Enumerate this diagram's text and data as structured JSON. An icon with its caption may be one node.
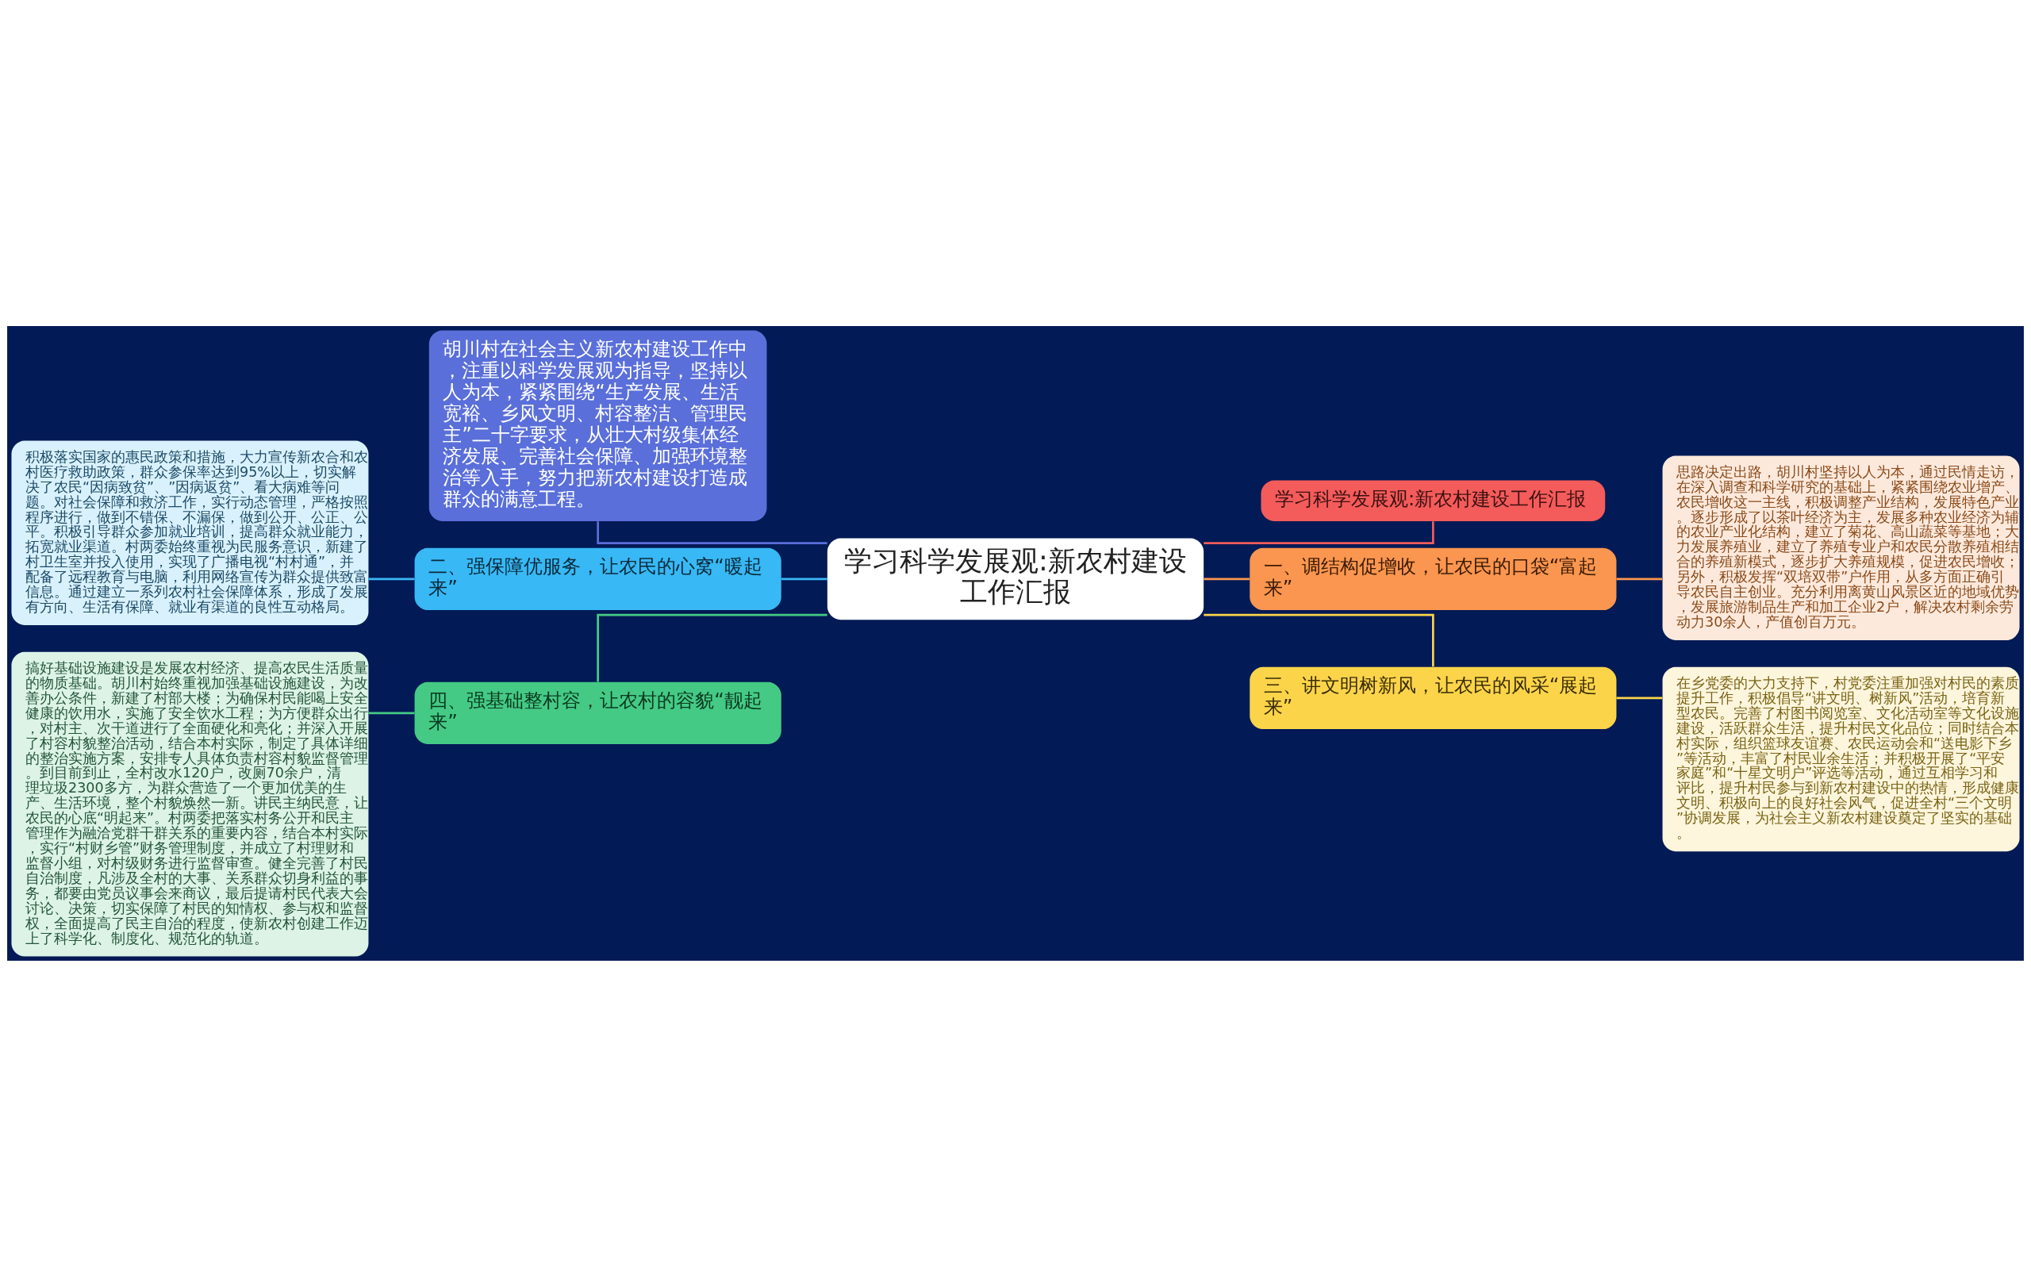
{
  "diagram": {
    "nodes": [
      {
        "text": [
          "学习科学发展观:新农村建设工作汇报"
        ]
      },
      {
        "text": [
          "学习科学发展观:新农村建设工作汇报"
        ]
      },
      {
        "text": [
          "一、调结构促增收，让农民的口袋“富起来”"
        ]
      },
      {
        "text": [
          "思路决定出路，胡川村坚持以人为本，通过民情走访，在深入调查和科学研究的基础上，紧紧围绕农业增产、农民增收这一主线，积极调整产业结构，发展特色产业。逐步形成了以茶叶经济为主，发展多种农业经济为辅的农业产业化结构，建立了菊花、高山蔬菜等基地；大力发展养殖业，建立了养殖专业户和农民分散养殖相结合的养殖新模式，逐步扩大养殖规模，促进农民增收；另外，积极发挥“双培双带”户作用，从多方面正确引导农民自主创业。充分利用离黄山风景区近的地域优势，发展旅游制品生产和加工企业2户，解决农村剩余劳动力30余人，产值创百万元。"
        ]
      },
      {
        "text": [
          "三、讲文明树新风，让农民的风采“展起来”"
        ]
      },
      {
        "text": [
          "在乡党委的大力支持下，村党委注重加强对村民的素质提升工作，积极倡导“讲文明、树新风”活动，培育新型农民。完善了村图书阅览室、文化活动室等文化设施建设，活跃群众生活，提升村民文化品位；同时结合本村实际，组织篮球友谊赛、农民运动会和“送电影下乡”等活动，丰富了村民业余生活；并积极开展了“平安家庭”和“十星文明户”评选等活动，通过互相学习和评比，提升村民参与到新农村建设中的热情，形成健康文明、积极向上的良好社会风气，促进全村“三个文明”协调发展，为社会主义新农村建设奠定了坚实的基础。"
        ]
      },
      {
        "text": [
          "胡川村在社会主义新农村建设工作中，注重以科学发展观为指导，坚持以人为本，紧紧围绕“生产发展、生活宽裕、乡风文明、村容整洁、管理民主”二十字要求，从壮大村级集体经济发展、完善社会保障、加强环境整治等入手，努力把新农村建设打造成群众的满意工程。"
        ]
      },
      {
        "text": [
          "二、强保障优服务，让农民的心窝“暖起来”"
        ]
      },
      {
        "text": [
          "积极落实国家的惠民政策和措施，大力宣传新农合和农村医疗救助政策，群众参保率达到95%以上，切实解决了农民“因病致贫”、”因病返贫”、看大病难等问题。对社会保障和救济工作，实行动态管理，严格按照程序进行，做到不错保、不漏保，做到公开、公正、公平。积极引导群众参加就业培训，提高群众就业能力，拓宽就业渠道。村两委始终重视为民服务意识，新建了村卫生室并投入使用，实现了广播电视“村村通”，并配备了远程教育与电脑，利用网络宣传为群众提供致富信息。通过建立一系列农村社会保障体系，形成了发展有方向、生活有保障、就业有渠道的良性互动格局。"
        ]
      },
      {
        "text": [
          "四、强基础整村容，让农村的容貌“靓起来”"
        ]
      },
      {
        "text": [
          "搞好基础设施建设是发展农村经济、提高农民生活质量的物质基础。胡川村始终重视加强基础设施建设，为改善办公条件，新建了村部大楼；为确保村民能喝上安全健康的饮用水，实施了安全饮水工程；为方便群众出行，对村主、次干道进行了全面硬化和亮化；并深入开展了村容村貌整治活动，结合本村实际，制定了具体详细的整治实施方案，安排专人具体负责村容村貌监督管理。到目前到止，全村改水120户，改厕70余户，清理垃圾2300多方，为群众营造了一个更加优美的生产、生活环境，整个村貌焕然一新。讲民主纳民意，让农民的心底“明起来”。村两委把落实村务公开和民主管理作为融洽党群干群关系的重要内容，结合本村实际，实行“村财乡管”财务管理制度，并成立了村理财和监督小组，对村级财务进行监督审查。健全完善了村民自治制度，凡涉及全村的大事、关系群众切身利益的事务，都要由党员议事会来商议，最后提请村民代表大会讨论、决策，切实保障了村民的知情权、参与权和监督权，全面提高了民主自治的程度，使新农村创建工作迈上了科学化、制度化、规范化的轨道。"
        ]
      }
    ],
    "edges": [
      {
        "from": 0,
        "to": 1,
        "arrow": "none",
        "color": "#f45b5b"
      },
      {
        "from": 0,
        "to": 2,
        "arrow": "none",
        "color": "#fa964f"
      },
      {
        "from": 2,
        "to": 3,
        "arrow": "none",
        "color": "#fa964f"
      },
      {
        "from": 0,
        "to": 4,
        "arrow": "none",
        "color": "#fcd44a"
      },
      {
        "from": 4,
        "to": 5,
        "arrow": "none",
        "color": "#fcd44a"
      },
      {
        "from": 0,
        "to": 6,
        "arrow": "none",
        "color": "#5a6fd9"
      },
      {
        "from": 0,
        "to": 7,
        "arrow": "none",
        "color": "#38b8f5"
      },
      {
        "from": 7,
        "to": 8,
        "arrow": "none",
        "color": "#38b8f5"
      },
      {
        "from": 0,
        "to": 9,
        "arrow": "none",
        "color": "#45ca85"
      },
      {
        "from": 9,
        "to": 10,
        "arrow": "none",
        "color": "#45ca85"
      }
    ]
  }
}
